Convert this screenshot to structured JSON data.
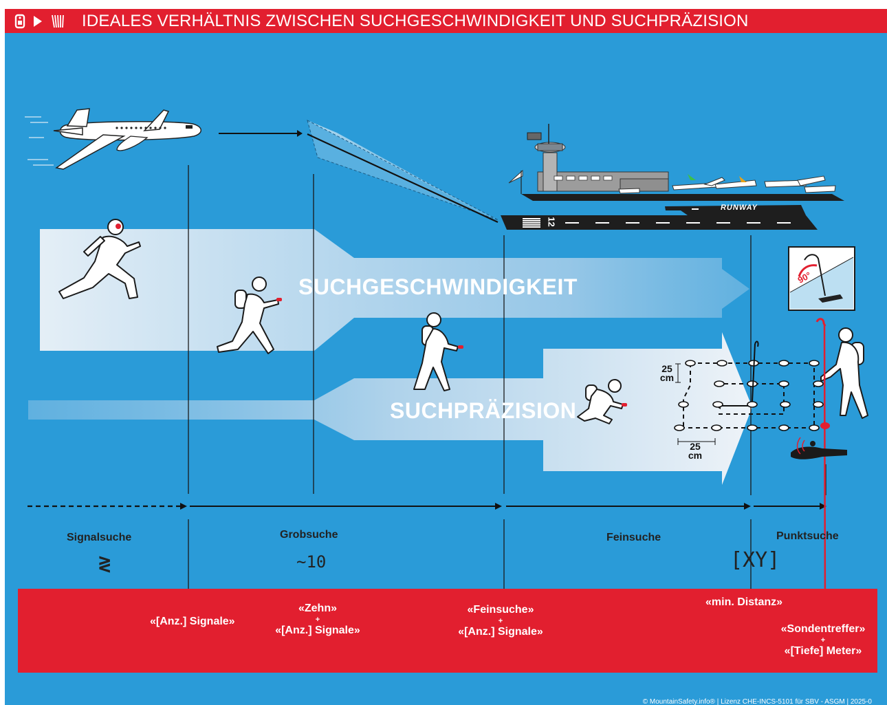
{
  "header": {
    "title": "IDEALES VERHÄLTNIS ZWISCHEN SUCHGESCHWINDIGKEIT UND SUCHPRÄZISION",
    "icons": [
      "beacon-icon",
      "play-icon",
      "probe-icon"
    ]
  },
  "arrows": {
    "speed_label": "SUCHGESCHWINDIGKEIT",
    "precision_label": "SUCHPRÄZISION"
  },
  "runway": {
    "label": "RUNWAY",
    "number": "12"
  },
  "inset": {
    "angle": "90°"
  },
  "grid": {
    "spacing_vertical": "25 cm",
    "spacing_horizontal": "25 cm"
  },
  "phases": [
    {
      "name": "Signalsuche",
      "symbol": "≷"
    },
    {
      "name": "Grobsuche",
      "symbol": "~10"
    },
    {
      "name": "Feinsuche",
      "symbol": ""
    },
    {
      "name": "Punktsuche",
      "symbol": "[XY]"
    }
  ],
  "commands": {
    "signals": "«[Anz.] Signale»",
    "coarse_line1": "«Zehn»",
    "coarse_plus": "+",
    "coarse_line2": "«[Anz.] Signale»",
    "fine_line1": "«Feinsuche»",
    "fine_plus": "+",
    "fine_line2": "«[Anz.] Signale»",
    "min_distance": "«min. Distanz»",
    "probe_line1": "«Sondentreffer»",
    "probe_plus": "+",
    "probe_line2": "«[Tiefe] Meter»"
  },
  "footer": "© MountainSafety.info® | Lizenz CHE-INCS-5101 für SBV - ASGM | 2025-0",
  "colors": {
    "background": "#2a9bd8",
    "accent_red": "#e21f2f",
    "arrow_light": "#dce8f2",
    "runway": "#1e1e1e"
  }
}
